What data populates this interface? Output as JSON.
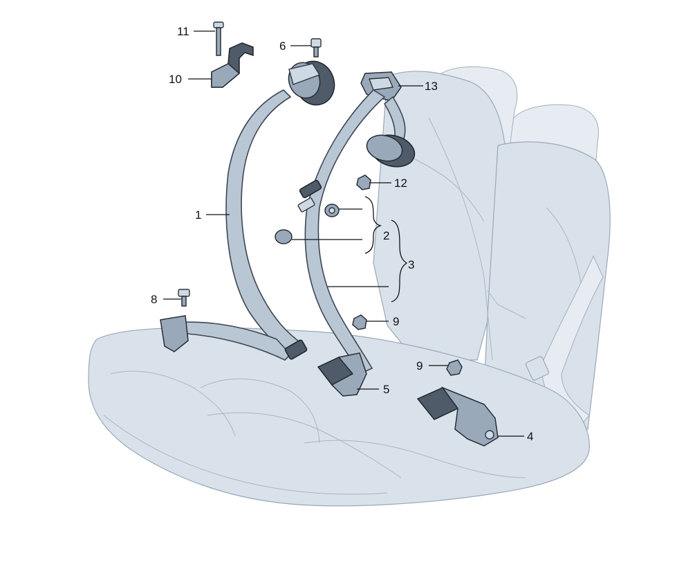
{
  "diagram": {
    "callouts": [
      {
        "id": "c1",
        "label": "1"
      },
      {
        "id": "c2",
        "label": "2"
      },
      {
        "id": "c3",
        "label": "3"
      },
      {
        "id": "c4",
        "label": "4"
      },
      {
        "id": "c5",
        "label": "5"
      },
      {
        "id": "c6",
        "label": "6"
      },
      {
        "id": "c8",
        "label": "8"
      },
      {
        "id": "c9a",
        "label": "9"
      },
      {
        "id": "c9b",
        "label": "9"
      },
      {
        "id": "c10",
        "label": "10"
      },
      {
        "id": "c11",
        "label": "11"
      },
      {
        "id": "c12",
        "label": "12"
      },
      {
        "id": "c13",
        "label": "13"
      }
    ]
  }
}
